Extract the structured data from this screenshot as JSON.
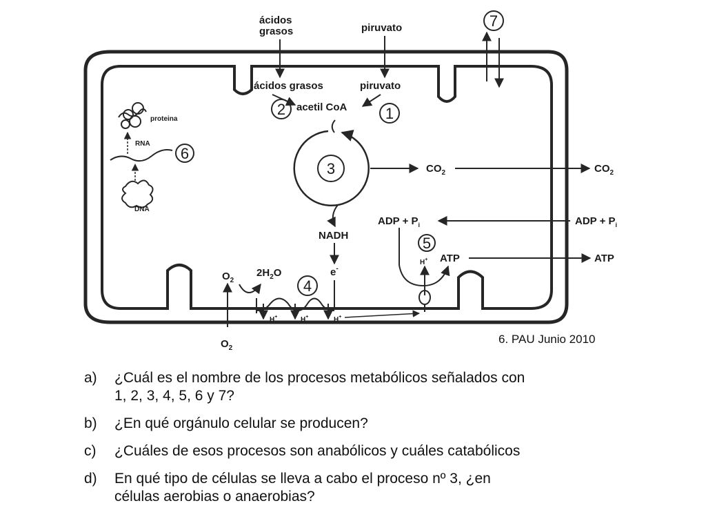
{
  "diagram": {
    "labels": {
      "acidos_grasos_top": [
        "ácidos",
        "grasos"
      ],
      "piruvato_top": "piruvato",
      "acidos_grasos_in": "ácidos grasos",
      "piruvato_in": "piruvato",
      "acetil_coa": "acetil CoA",
      "proteina": "proteina",
      "rna": "RNA",
      "dna": "DNA",
      "co2_mid": "CO",
      "co2_out": "CO",
      "co2_sub": "2",
      "nadh": "NADH",
      "electron": "e",
      "electron_sup": "-",
      "adp_in": "ADP + P",
      "adp_out": "ADP + P",
      "adp_sub": "i",
      "atp_in": "ATP",
      "atp_out": "ATP",
      "o2_in": "O",
      "o2_out": "O",
      "o2_sub": "2",
      "water": "2H",
      "water_sub": "2",
      "water_end": "O",
      "proton": "H",
      "proton_sup": "+"
    },
    "numbers": [
      "1",
      "2",
      "3",
      "4",
      "5",
      "6",
      "7"
    ]
  },
  "source_note": "6. PAU Junio 2010",
  "questions": [
    {
      "letter": "a)",
      "line1": "¿Cuál es el nombre de los procesos metabólicos señalados con",
      "line2": "1, 2, 3, 4, 5, 6 y 7?"
    },
    {
      "letter": "b)",
      "line1": "¿En qué orgánulo celular se producen?",
      "line2": ""
    },
    {
      "letter": "c)",
      "line1": "¿Cuáles de esos procesos son anabólicos y cuáles catabólicos",
      "line2": ""
    },
    {
      "letter": "d)",
      "line1": "En qué tipo de células se lleva a cabo el proceso nº 3, ¿en",
      "line2": "células aerobias o anaerobias?"
    }
  ]
}
